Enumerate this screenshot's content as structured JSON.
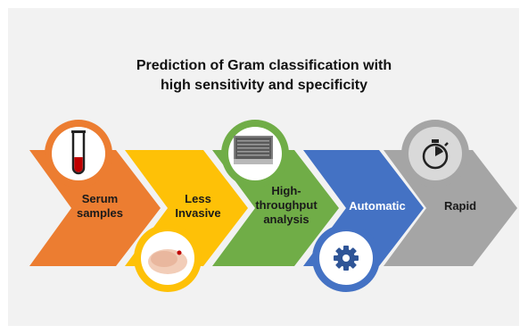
{
  "title": {
    "line1": "Prediction of Gram classification with",
    "line2": "high sensitivity and specificity"
  },
  "steps": [
    {
      "line1": "Serum",
      "line2": "samples",
      "color": "#ec7d31",
      "icon": "test-tube-icon",
      "text_color": "#1a1a1a"
    },
    {
      "line1": "Less",
      "line2": "Invasive",
      "color": "#fec107",
      "icon": "finger-prick-photo",
      "text_color": "#1a1a1a"
    },
    {
      "line1": "High-",
      "line2": "throughput",
      "line3": "analysis",
      "color": "#70ad47",
      "icon": "plate-reader-photo",
      "text_color": "#1a1a1a"
    },
    {
      "line1": "Automatic",
      "color": "#4472c4",
      "icon": "gear-icon",
      "text_color": "#ffffff"
    },
    {
      "line1": "Rapid",
      "color": "#a5a5a5",
      "icon": "stopwatch-icon",
      "text_color": "#1a1a1a"
    }
  ]
}
